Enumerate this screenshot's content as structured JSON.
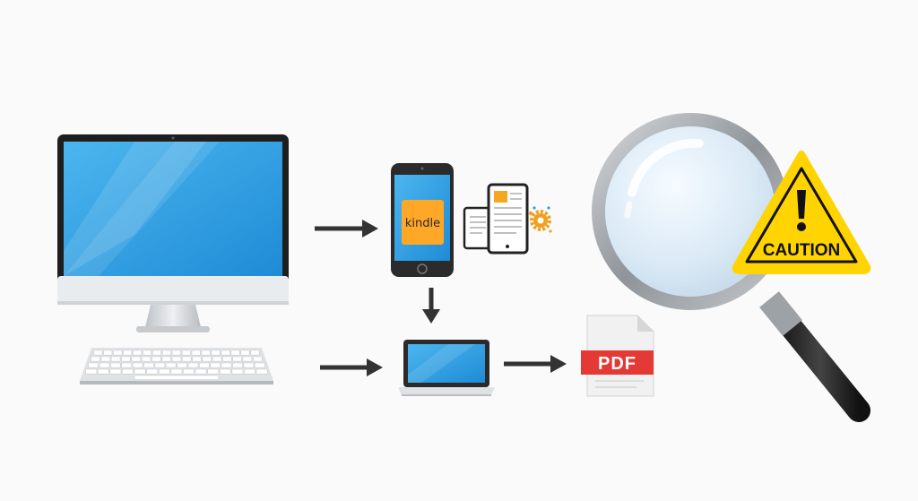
{
  "labels": {
    "kindle": "kindle",
    "pdf": "PDF",
    "caution": "CAUTION"
  },
  "colors": {
    "screen_blue": "#2f9fe0",
    "kindle_orange": "#ffa726",
    "pdf_red": "#e53935",
    "caution_yellow": "#ffd400",
    "gear_orange": "#f0a020"
  },
  "icons": {
    "desktop": "desktop-computer-icon",
    "keyboard": "keyboard-icon",
    "phone": "smartphone-icon",
    "tablets": "tablet-devices-icon",
    "gear": "gear-icon",
    "laptop": "laptop-icon",
    "pdf": "pdf-file-icon",
    "magnifier": "magnifying-glass-icon",
    "warning": "warning-triangle-icon",
    "arrow": "arrow-icon"
  }
}
